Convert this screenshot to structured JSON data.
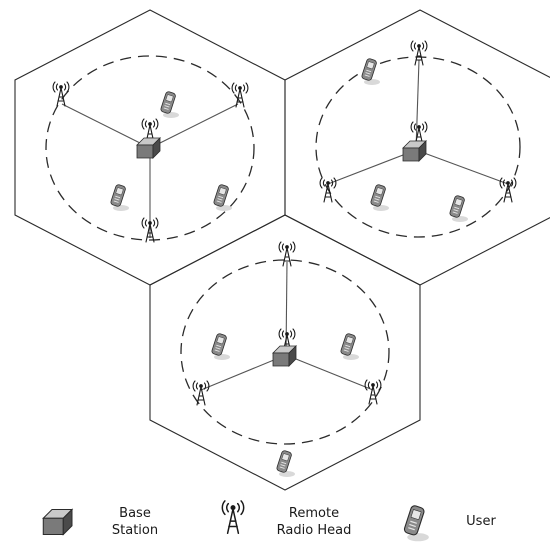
{
  "legend": {
    "base_station": {
      "line1": "Base",
      "line2": "Station"
    },
    "rrh": {
      "line1": "Remote",
      "line2": "Radio Head"
    },
    "user": "User"
  },
  "colors": {
    "line": "#2b2b2b",
    "station_top": "#c9c9c9",
    "station_front": "#7a7a7a",
    "station_side": "#4a4a4a",
    "phone_body": "#8a8a8a",
    "phone_screen": "#e6e6e6"
  },
  "cells": [
    {
      "name": "top-left",
      "rrh_count": 3,
      "user_count": 3
    },
    {
      "name": "top-right",
      "rrh_count": 3,
      "user_count": 3
    },
    {
      "name": "bottom",
      "rrh_count": 3,
      "user_count": 3
    }
  ]
}
